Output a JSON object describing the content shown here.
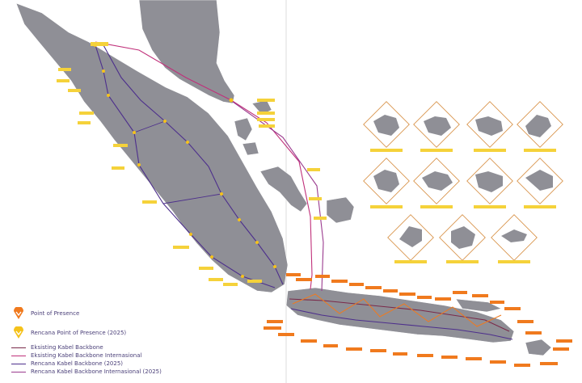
{
  "legend": {
    "items": [
      {
        "key": "pop",
        "label": "Point of Presence",
        "kind": "pin",
        "color": "#f07a1e"
      },
      {
        "key": "pop_plan",
        "label": "Rencana Point of Presence (2025)",
        "kind": "pin",
        "color": "#f5c21b"
      },
      {
        "key": "bb",
        "label": "Eksisting Kabel Backbone",
        "kind": "line",
        "color": "#7a2a4a"
      },
      {
        "key": "bb_int",
        "label": "Eksisting Kabel Backbone Internasional",
        "kind": "line",
        "color": "#c0307a"
      },
      {
        "key": "bb_plan",
        "label": "Rencana Kabel Backbone (2025)",
        "kind": "line",
        "color": "#4d2f8c"
      },
      {
        "key": "bb_int_plan",
        "label": "Rencana Kabel Backbone Internasional (2025)",
        "kind": "line",
        "color": "#9a3a8e"
      }
    ]
  },
  "colors": {
    "land": "#8f8f96",
    "land_stroke": "#ffffff",
    "inset_border": "#d58a3a",
    "label_orange": "#f07a1e",
    "label_yellow": "#f5d23a",
    "divider": "#c8c8c8"
  }
}
